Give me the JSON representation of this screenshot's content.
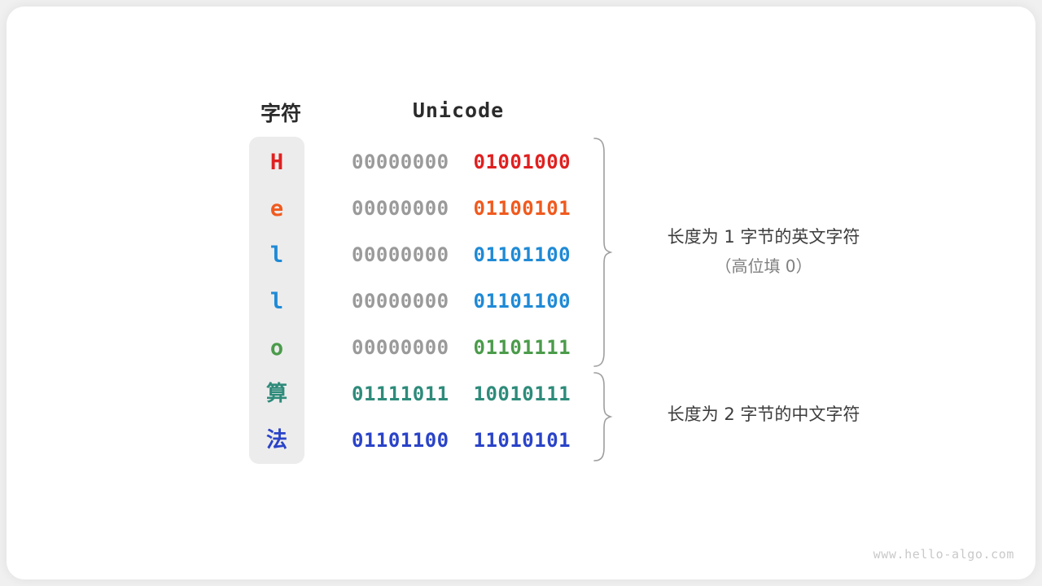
{
  "watermark": "www.hello-algo.com",
  "headers": {
    "character": "字符",
    "unicode": "Unicode"
  },
  "colors": {
    "column_background": "#ececec",
    "high_byte_gray": "#9a9a9a",
    "card_background": "#ffffff",
    "page_background": "#f0f0f0",
    "brace_stroke": "#9e9e9e",
    "annotation_text": "#3c3c3c",
    "annotation_sub_text": "#808080",
    "watermark_text": "#c9c9c9"
  },
  "rows": [
    {
      "char": "H",
      "color": "#e02020",
      "high_byte": "00000000",
      "low_byte": "01001000",
      "is_cjk": false,
      "byte_length": 1
    },
    {
      "char": "e",
      "color": "#f05a1e",
      "high_byte": "00000000",
      "low_byte": "01100101",
      "is_cjk": false,
      "byte_length": 1
    },
    {
      "char": "l",
      "color": "#1f8ad6",
      "high_byte": "00000000",
      "low_byte": "01101100",
      "is_cjk": false,
      "byte_length": 1
    },
    {
      "char": "l",
      "color": "#1f8ad6",
      "high_byte": "00000000",
      "low_byte": "01101100",
      "is_cjk": false,
      "byte_length": 1
    },
    {
      "char": "o",
      "color": "#4b9b4b",
      "high_byte": "00000000",
      "low_byte": "01101111",
      "is_cjk": false,
      "byte_length": 1
    },
    {
      "char": "算",
      "color": "#2e8b7a",
      "high_byte": "01111011",
      "low_byte": "10010111",
      "is_cjk": true,
      "byte_length": 2
    },
    {
      "char": "法",
      "color": "#2a43c8",
      "high_byte": "01101100",
      "low_byte": "11010101",
      "is_cjk": true,
      "byte_length": 2
    }
  ],
  "annotations": [
    {
      "text": "长度为 1 字节的英文字符",
      "subtext": "（高位填 0）"
    },
    {
      "text": "长度为 2 字节的中文字符",
      "subtext": ""
    }
  ]
}
